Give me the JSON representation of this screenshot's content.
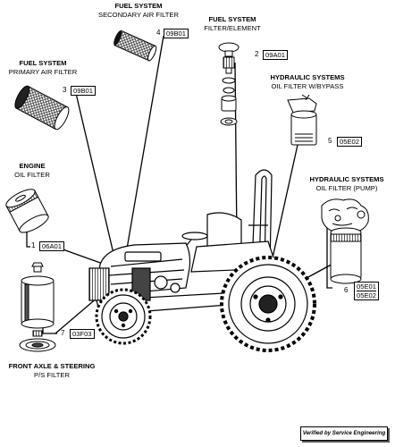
{
  "labels": {
    "secondary_air": {
      "title": "FUEL SYSTEM",
      "sub": "SECONDARY AIR FILTER"
    },
    "fuel_element": {
      "title": "FUEL SYSTEM",
      "sub": "FILTER/ELEMENT"
    },
    "primary_air": {
      "title": "FUEL SYSTEM",
      "sub": "PRIMARY AIR FILTER"
    },
    "hyd_bypass": {
      "title": "HYDRAULIC SYSTEMS",
      "sub": "OIL FILTER W/BYPASS"
    },
    "engine_oil": {
      "title": "ENGINE",
      "sub": "OIL FILTER"
    },
    "hyd_pump": {
      "title": "HYDRAULIC SYSTEMS",
      "sub": "OIL FILTER (PUMP)"
    },
    "front_axle": {
      "title": "FRONT AXLE & STEERING",
      "sub": "P/S FILTER"
    }
  },
  "callouts": [
    {
      "num": "4",
      "code": "09B01"
    },
    {
      "num": "2",
      "code": "09A01"
    },
    {
      "num": "3",
      "code": "09B01"
    },
    {
      "num": "5",
      "code": "05E02"
    },
    {
      "num": "1",
      "code": "06A01"
    },
    {
      "num": "6",
      "codes": [
        "05E01",
        "05E02"
      ]
    },
    {
      "num": "7",
      "code": "03F03"
    }
  ],
  "badge": "Verified by Service Engineering"
}
